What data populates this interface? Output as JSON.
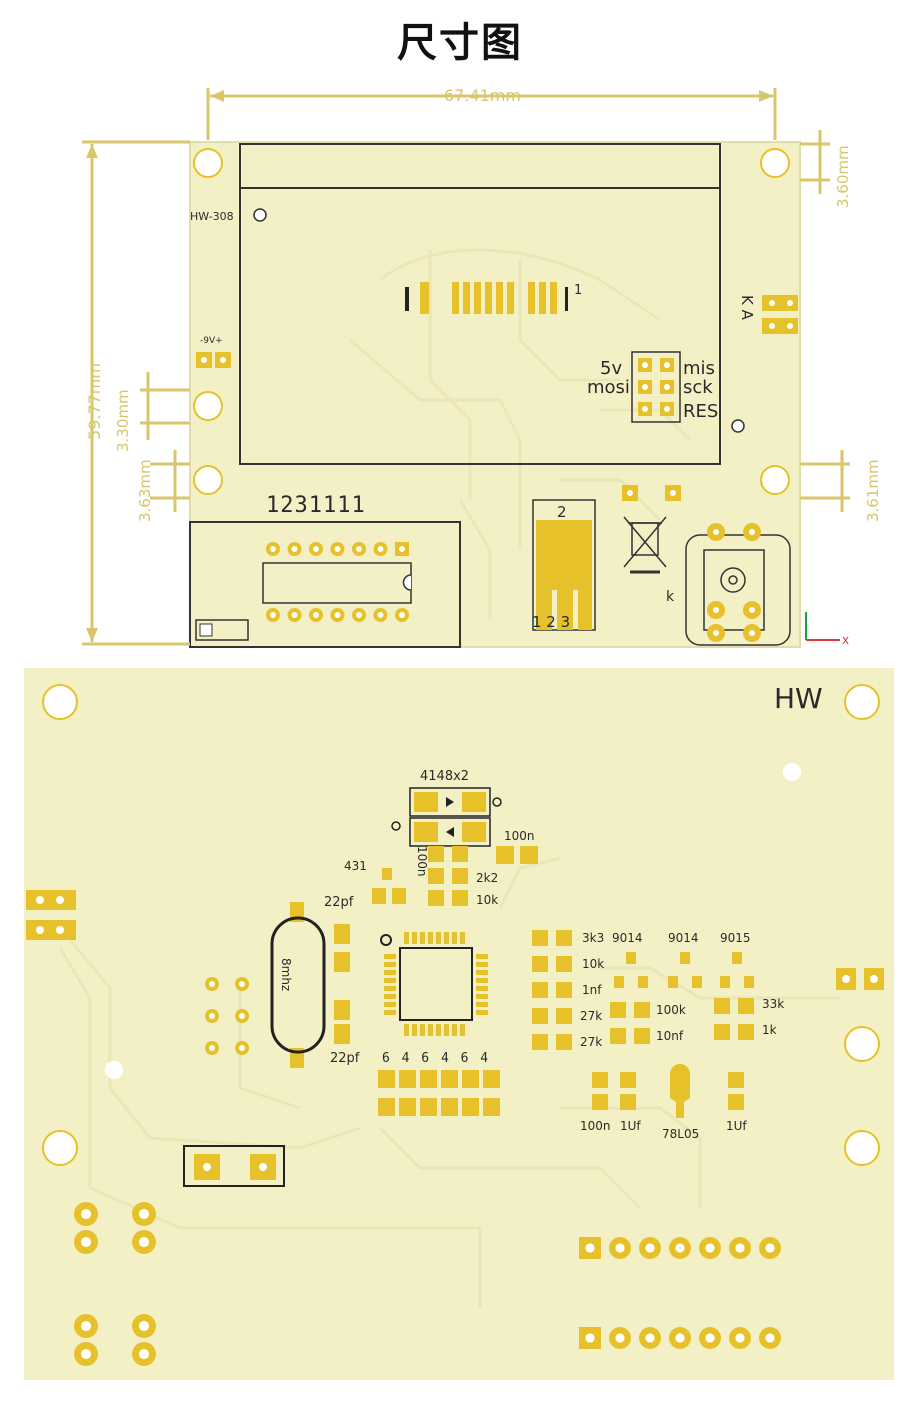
{
  "title": "尺寸图",
  "colors": {
    "board": "#f4f0c6",
    "pad": "#e6c12a",
    "dimension": "#d9c66a",
    "silkscreen": "#2a2a2a",
    "trace": "#ebe6b8"
  },
  "top_view": {
    "dimensions": {
      "width": "67.41mm",
      "height": "59.77mm",
      "right_top": "3.60mm",
      "left_mid": "3.30mm",
      "left_bottom": "3.63mm",
      "right_bottom": "3.61mm"
    },
    "labels": {
      "board_name": "HW-308",
      "supply": "-9V+",
      "ka": "K A",
      "lcd_pin1": "1",
      "spi_5v": "5v",
      "spi_mosi": "mosi",
      "spi_mis": "mis",
      "spi_sck": "sck",
      "spi_res": "RES",
      "socket_numbers": "1231111",
      "transistor_top": "2",
      "transistor_bottom": "1 2 3",
      "k": "k",
      "axis_x": "x"
    }
  },
  "bottom_view": {
    "labels": {
      "hw": "HW",
      "diode": "4148x2",
      "c100n_a": "100n",
      "c100n_b": "100n",
      "r431": "431",
      "r2k2": "2k2",
      "r10k_a": "10k",
      "c22pf_a": "22pf",
      "c22pf_b": "22pf",
      "crystal": "8mhz",
      "r3k3": "3k3",
      "r10k_b": "10k",
      "c1nf": "1nf",
      "r27k_a": "27k",
      "r27k_b": "27k",
      "q9014_a": "9014",
      "q9014_b": "9014",
      "q9015": "9015",
      "r100k": "100k",
      "c10nf": "10nf",
      "r33k": "33k",
      "r1k": "1k",
      "c100n_c": "100n",
      "c1uf_a": "1Uf",
      "c1uf_b": "1Uf",
      "reg": "78L05",
      "pin_numbers": "6 4 6 4 6 4"
    }
  }
}
